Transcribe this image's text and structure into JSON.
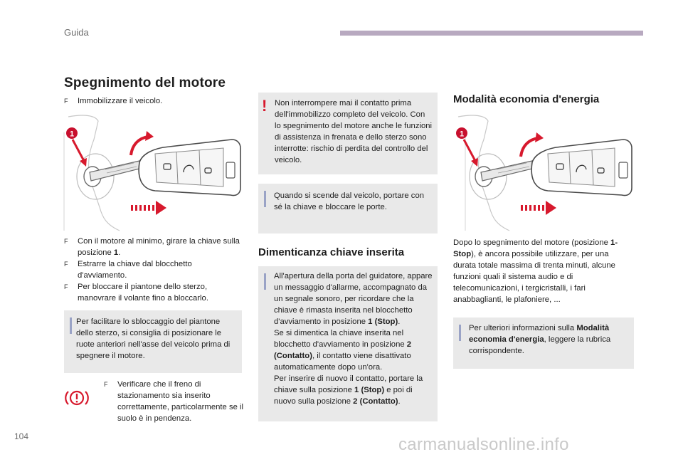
{
  "header": {
    "section": "Guida"
  },
  "page_number": "104",
  "watermark": "carmanualsonline.info",
  "col1": {
    "title": "Spegnimento del motore",
    "step1": "Immobilizzare il veicolo.",
    "figure_callout": "1",
    "steps": [
      "Con il motore al minimo, girare la chiave sulla posizione ",
      "1",
      ".",
      "Estrarre la chiave dal blocchetto d'avviamento.",
      "Per bloccare il piantone dello sterzo, manovrare il volante fino a bloccarlo."
    ],
    "info": "Per facilitare lo sbloccaggio del piantone dello sterzo, si consiglia di posizionare le ruote anteriori nell'asse del veicolo prima di spegnere il motore.",
    "warning": "Verificare che il freno di stazionamento sia inserito correttamente, particolarmente se il suolo è in pendenza."
  },
  "col2": {
    "warning": "Non interrompere mai il contatto prima dell'immobilizzo completo del veicolo. Con lo spegnimento del motore anche le funzioni di assistenza in frenata e dello sterzo sono interrotte: rischio di perdita del controllo del veicolo.",
    "info": "Quando si scende dal veicolo, portare con sé la chiave e bloccare le porte.",
    "title": "Dimenticanza chiave inserita",
    "box": {
      "p1": "All'apertura della porta del guidatore, appare un messaggio d'allarme, accompagnato da un segnale sonoro, per ricordare che la chiave è rimasta inserita nel blocchetto d'avviamento in posizione ",
      "p1_bold": "1 (Stop)",
      "p1_end": ".",
      "p2": "Se si dimentica la chiave inserita nel blocchetto d'avviamento in posizione ",
      "p2_bold": "2 (Contatto)",
      "p2_end": ", il contatto viene disattivato automaticamente dopo un'ora.",
      "p3": "Per inserire di nuovo il contatto, portare la chiave sulla posizione ",
      "p3_bold1": "1 (Stop)",
      "p3_mid": " e poi di nuovo sulla posizione ",
      "p3_bold2": "2 (Contatto)",
      "p3_end": "."
    }
  },
  "col3": {
    "title": "Modalità economia d'energia",
    "figure_callout": "1",
    "p_start": "Dopo lo spegnimento del motore (posizione ",
    "p_bold": "1-Stop",
    "p_end": "), è ancora possibile utilizzare, per una durata totale massima di trenta minuti, alcune funzioni quali il sistema audio e di telecomunicazioni, i tergicristalli, i fari anabbaglianti, le plafoniere, ...",
    "info_start": "Per ulteriori informazioni sulla ",
    "info_bold": "Modalità economia d'energia",
    "info_end": ", leggere la rubrica corrispondente."
  },
  "glyphs": {
    "bullet": "F",
    "warning_mark": "!"
  },
  "colors": {
    "callout_red": "#c8102e",
    "arrow_red": "#d7192d",
    "info_bar": "#9aa3c6",
    "box_grey": "#e9e9e9",
    "header_bar": "#b8a9c0"
  }
}
